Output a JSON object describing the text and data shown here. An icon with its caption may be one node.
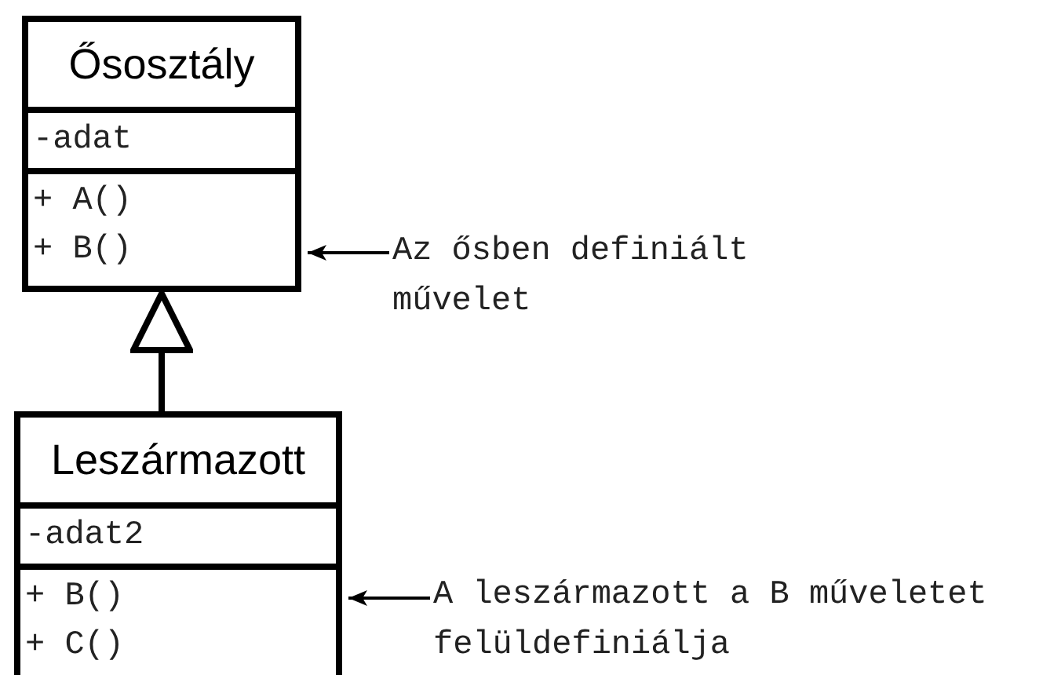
{
  "diagram": {
    "nodes": [
      {
        "text": [
          "Ősosztály",
          "-adat",
          "+ A()",
          "+ B()"
        ]
      },
      {
        "text": [
          "Leszármazott",
          "-adat2",
          "+ B()",
          "+ C()"
        ]
      },
      {
        "text": [
          "Az ősben definiált művelet"
        ]
      },
      {
        "text": [
          "A leszármazott a B műveletet felüldefiniálja"
        ]
      }
    ],
    "edges": [
      {
        "from": 1,
        "to": 0,
        "arrow": "to",
        "style": "thick"
      },
      {
        "from": 2,
        "to": 0,
        "arrow": "to"
      },
      {
        "from": 3,
        "to": 1,
        "arrow": "to"
      }
    ]
  }
}
